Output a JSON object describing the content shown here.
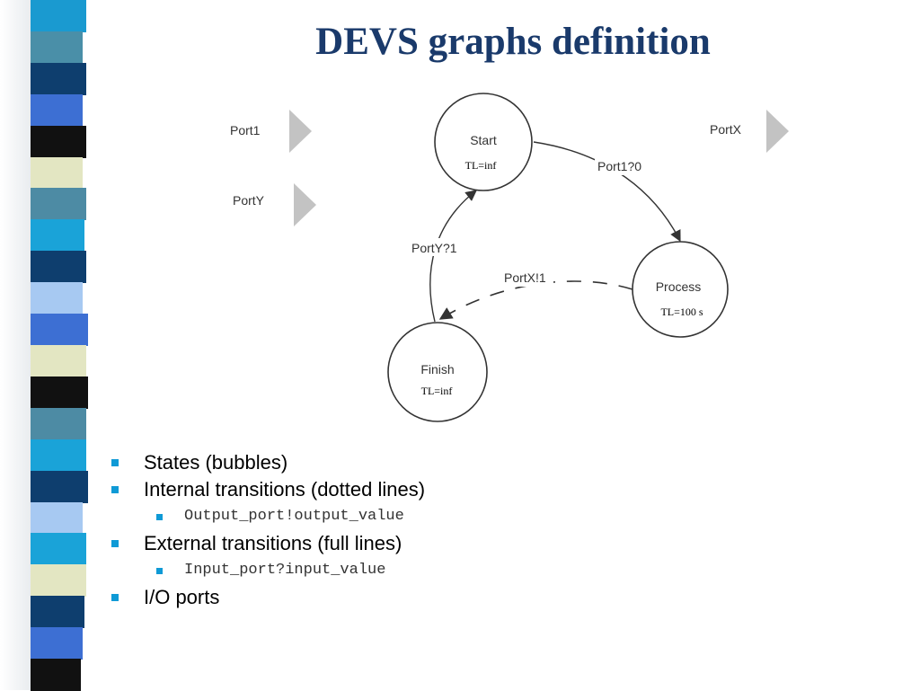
{
  "slide": {
    "title": "DEVS graphs definition",
    "stripe_colors": [
      "#1a9ad0",
      "#4a8fa8",
      "#0e3e6e",
      "#3d6fd3",
      "#111111",
      "#e3e6c2",
      "#4d8ba4",
      "#1aa3d8",
      "#0e3e6e",
      "#a7c9f2",
      "#3d6fd3",
      "#e3e6c2",
      "#111111",
      "#4d8ba4",
      "#1aa3d8",
      "#0e3e6e",
      "#a7c9f2",
      "#1aa3d8",
      "#e3e6c2",
      "#0e3e6e",
      "#3d6fd3",
      "#111111"
    ]
  },
  "diagram": {
    "ports": {
      "port1": "Port1",
      "porty": "PortY",
      "portx": "PortX"
    },
    "states": {
      "start": {
        "label": "Start",
        "tl": "TL=inf"
      },
      "process": {
        "label": "Process",
        "tl": "TL=100 s"
      },
      "finish": {
        "label": "Finish",
        "tl": "TL=inf"
      }
    },
    "transitions": {
      "start_to_process": "Port1?0",
      "process_to_finish": "PortX!1",
      "finish_to_start": "PortY?1"
    },
    "colors": {
      "stroke": "#333333",
      "port_arrow": "#c3c3c3"
    }
  },
  "bullets": {
    "b1": "States (bubbles)",
    "b2": "Internal transitions (dotted lines)",
    "b2_sub": "Output_port!output_value",
    "b3": "External transitions (full lines)",
    "b3_sub": "Input_port?input_value",
    "b4": "I/O ports",
    "marker_color": "#0f9ad6"
  }
}
